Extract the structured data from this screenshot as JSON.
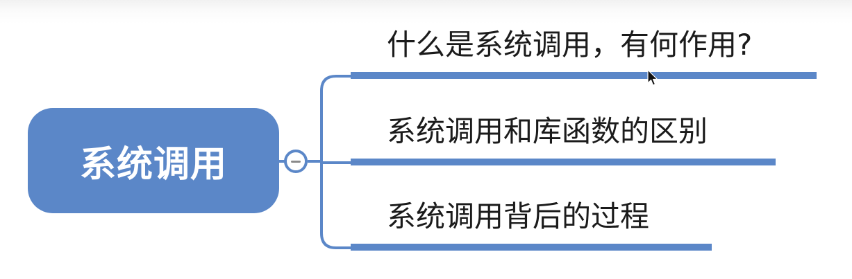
{
  "mindmap": {
    "root": {
      "label": "系统调用"
    },
    "toggle": {
      "icon": "collapse-minus-icon"
    },
    "branches": [
      {
        "label": "什么是系统调用，有何作用?"
      },
      {
        "label": "系统调用和库函数的区别"
      },
      {
        "label": "系统调用背后的过程"
      }
    ]
  },
  "colors": {
    "node_fill": "#5b87c8",
    "branch_line": "#5b87c8",
    "text": "#1b1b1b",
    "background": "#ffffff"
  }
}
